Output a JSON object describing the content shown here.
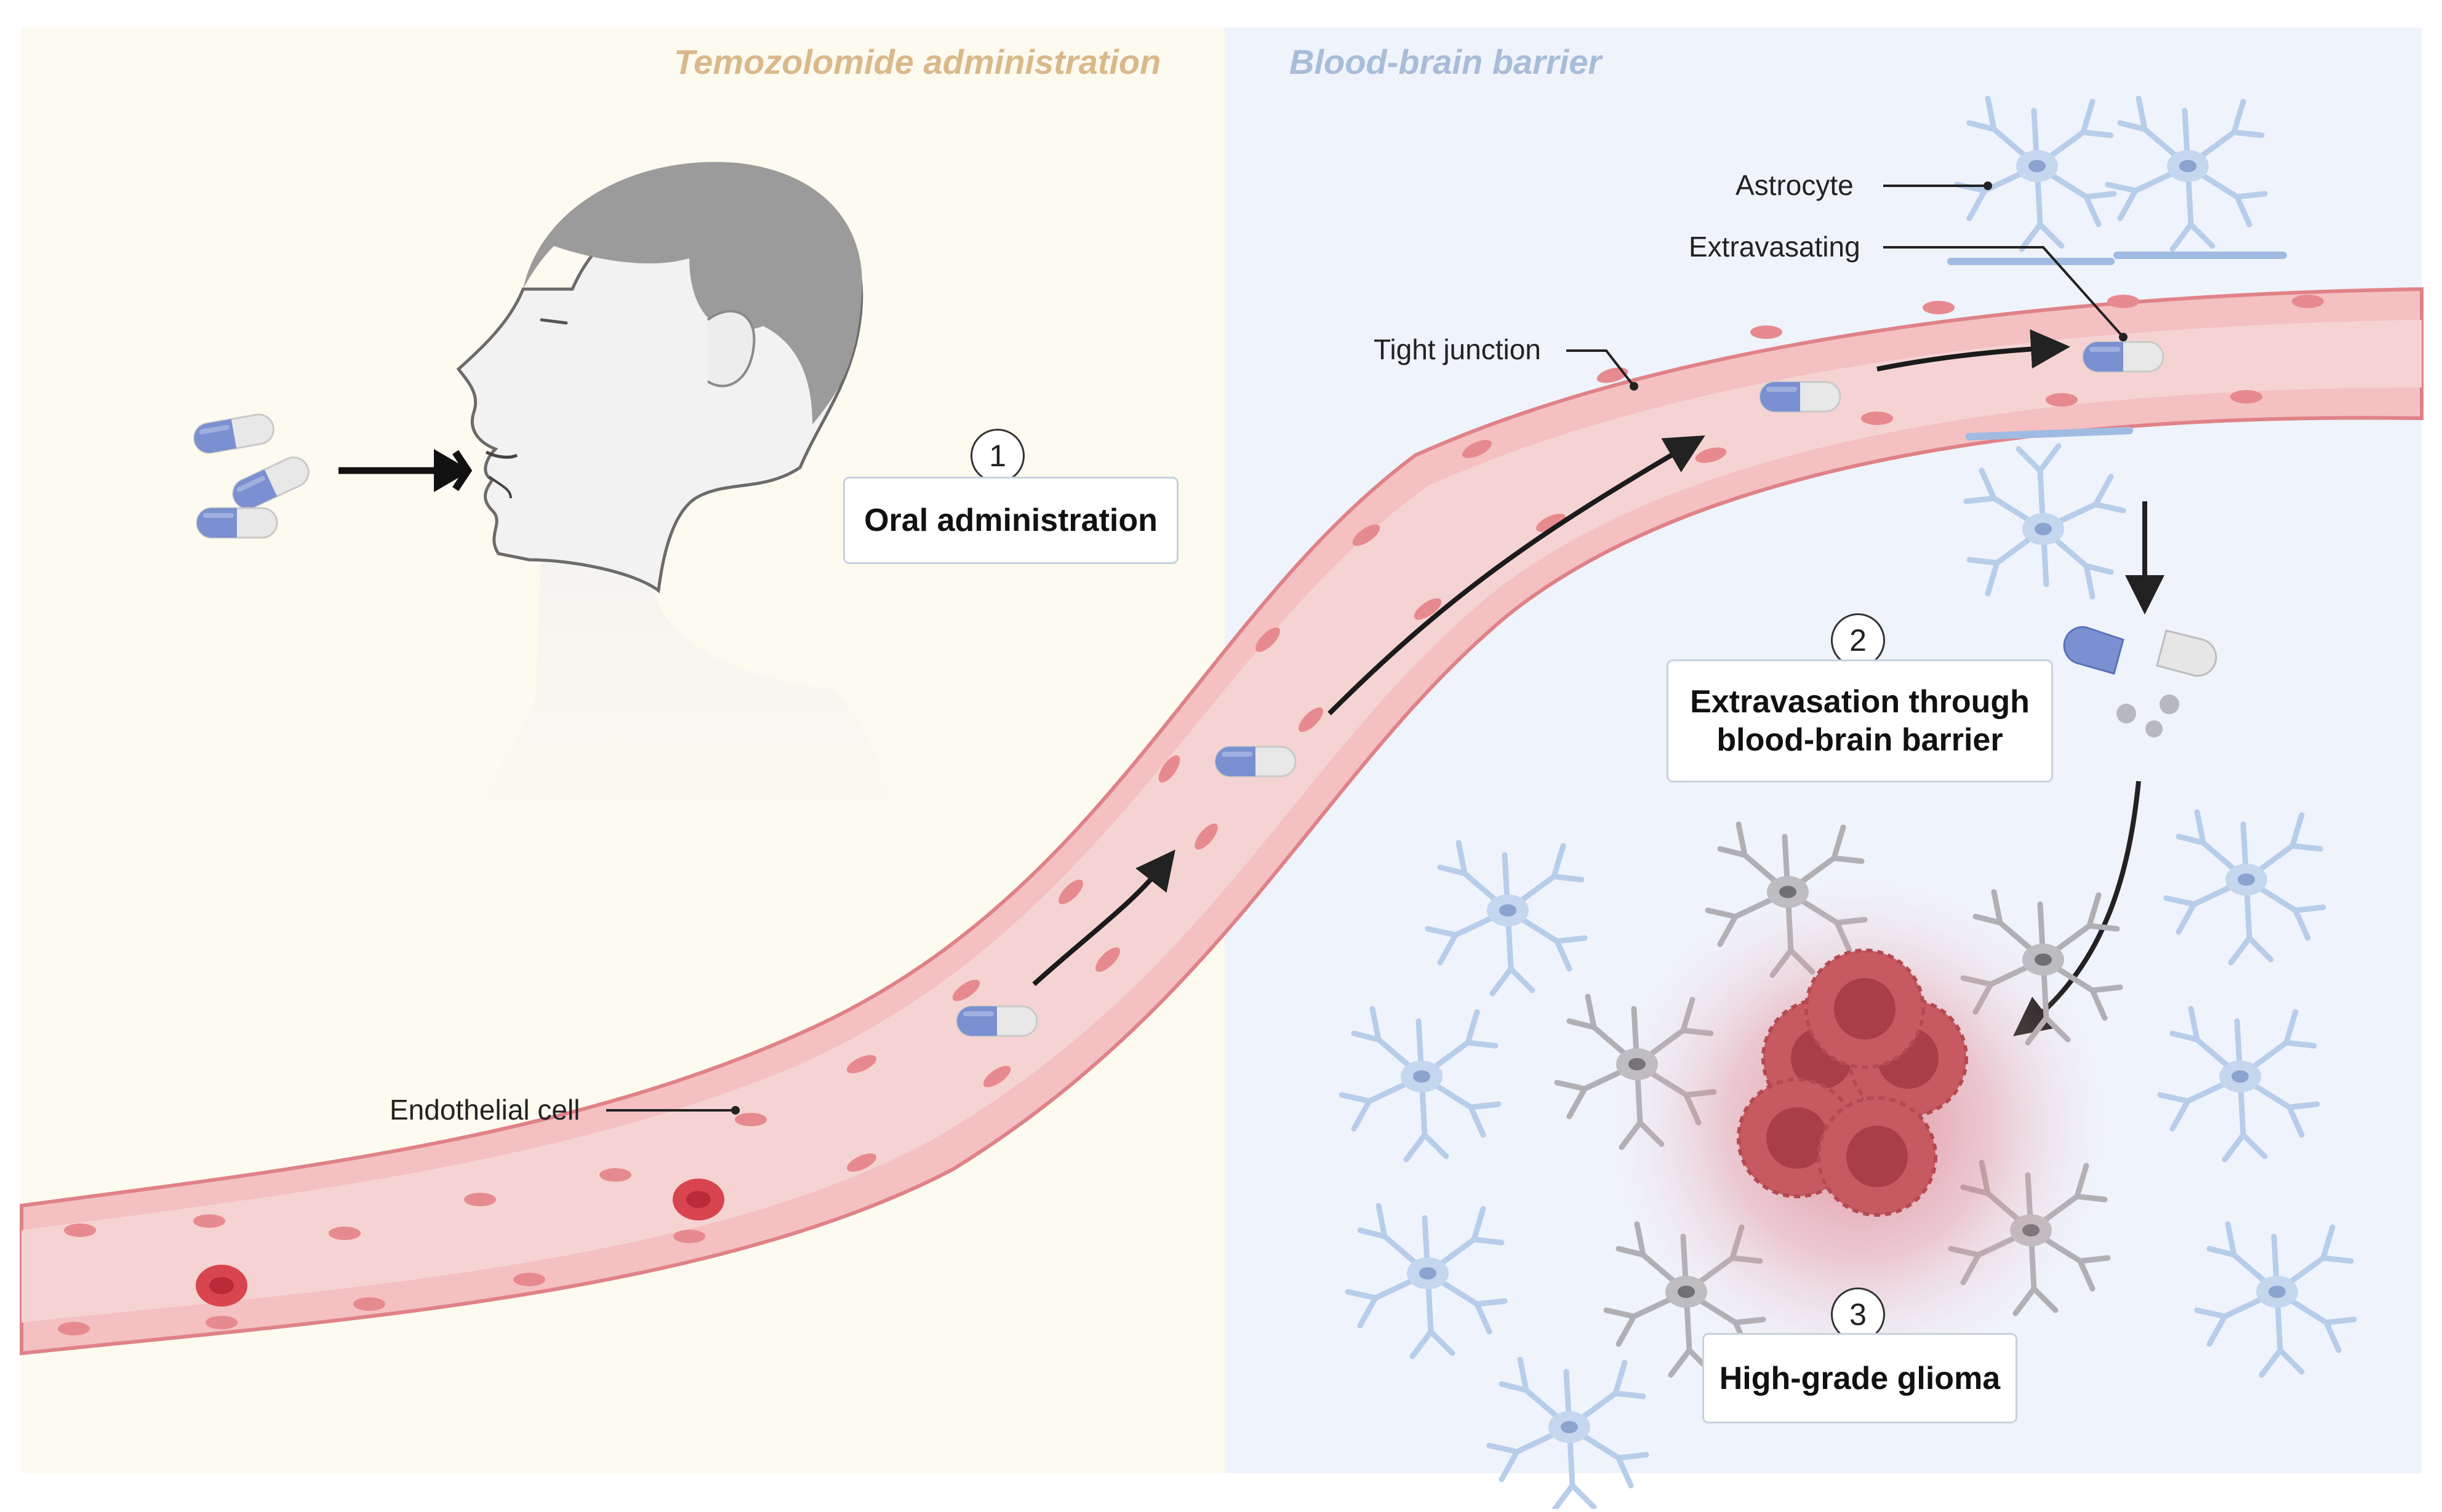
{
  "headings": {
    "left": "Temozolomide  administration",
    "right": "Blood-brain barrier"
  },
  "labels": {
    "astrocyte": "Astrocyte",
    "extravasating": "Extravasating",
    "tight_junction": "Tight junction",
    "endothelial_cell": "Endothelial cell"
  },
  "steps": [
    {
      "number": "1",
      "label": "Oral administration"
    },
    {
      "number": "2",
      "label": "Extravasation through\nblood-brain barrier"
    },
    {
      "number": "3",
      "label": "High-grade glioma"
    }
  ],
  "colors": {
    "left_background": "#fdfaf0",
    "right_background": "#eff3fb",
    "vessel": "#f4c5c6",
    "vessel_border": "#e08487",
    "endothelial_nucleus": "#e78a8f",
    "capsule_blue": "#7b90d0",
    "capsule_grey": "#e5e5e5",
    "astrocyte_blue": "#b7cdea",
    "astrocyte_grey": "#a9a9ad",
    "tumor": "#c9585e",
    "skin": "#f0f0f0",
    "hair": "#9b9b9b"
  },
  "icons": [
    "human-head-icon",
    "capsule-icon",
    "astrocyte-icon",
    "tumor-cell-icon",
    "red-blood-cell-icon",
    "arrow-icon"
  ]
}
